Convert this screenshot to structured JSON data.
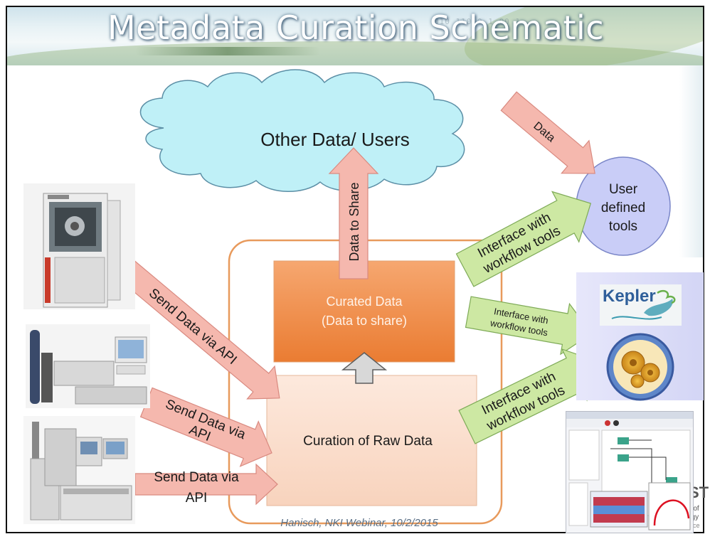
{
  "slide": {
    "title": "Metadata Curation Schematic",
    "footer": "Hanisch, NKI Webinar, 10/2/2015"
  },
  "cloud": {
    "label": "Other Data/ Users"
  },
  "user_tools": {
    "line1": "User",
    "line2": "defined",
    "line3": "tools"
  },
  "curated": {
    "line1": "Curated Data",
    "line2": "(Data to share)"
  },
  "raw": {
    "label": "Curation of Raw Data"
  },
  "arrows": {
    "data": "Data",
    "data_to_share": "Data to Share",
    "send1": "Send Data via API",
    "send2_line1": "Send Data via",
    "send2_line2": "API",
    "send3_line1": "Send Data via",
    "send3_line2": "API",
    "iface_top_line1": "Interface with",
    "iface_top_line2": "workflow tools",
    "iface_mid_line1": "Interface with",
    "iface_mid_line2": "workflow tools",
    "iface_bot_line1": "Interface with",
    "iface_bot_line2": "workflow tools"
  },
  "tools": {
    "kepler": "Kepler"
  },
  "logo_fragment": {
    "line1": "ST",
    "line2": "e of",
    "line3": "ogy",
    "line4": "erce"
  },
  "colors": {
    "cloud_fill": "#bff0f7",
    "cloud_stroke": "#5c8fa6",
    "orange_container": "#e89a5c",
    "curated_fill": "#f08a3a",
    "raw_fill": "#fbe1d2",
    "red_arrow": "#f5b8ae",
    "green_arrow": "#cde8a3",
    "user_circle": "#c9cdf7"
  }
}
